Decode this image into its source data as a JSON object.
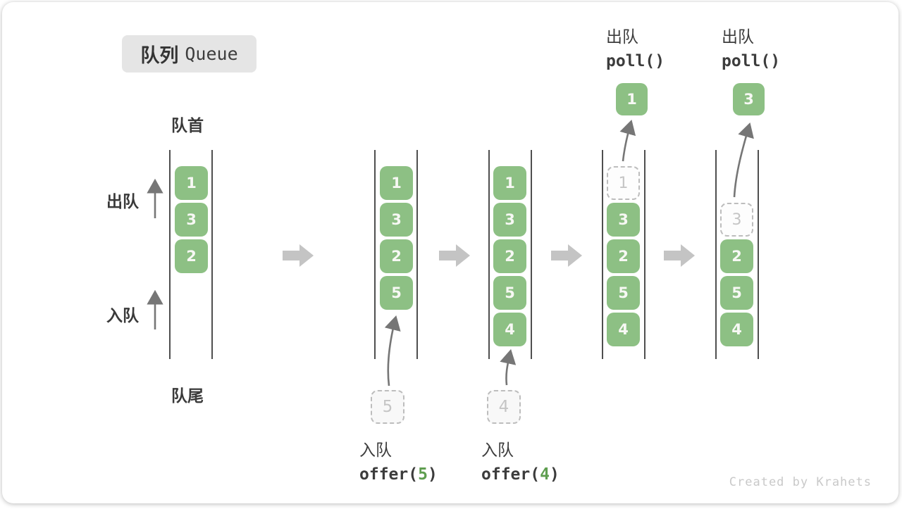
{
  "title": {
    "zh": "队列",
    "en": "Queue"
  },
  "labels": {
    "front": "队首",
    "rear": "队尾",
    "dequeue": "出队",
    "enqueue": "入队"
  },
  "queues": {
    "q1": {
      "slots": [
        {
          "value": "1"
        },
        {
          "value": "3"
        },
        {
          "value": "2"
        }
      ]
    },
    "q2": {
      "slots": [
        {
          "value": "1"
        },
        {
          "value": "3"
        },
        {
          "value": "2"
        },
        {
          "value": "5"
        }
      ],
      "incoming": "5",
      "op_label": "入队",
      "op_code_prefix": "offer(",
      "op_arg": "5",
      "op_code_suffix": ")"
    },
    "q3": {
      "slots": [
        {
          "value": "1"
        },
        {
          "value": "3"
        },
        {
          "value": "2"
        },
        {
          "value": "5"
        },
        {
          "value": "4"
        }
      ],
      "incoming": "4",
      "op_label": "入队",
      "op_code_prefix": "offer(",
      "op_arg": "4",
      "op_code_suffix": ")"
    },
    "q4": {
      "ghost": "1",
      "slots": [
        {
          "value": "3"
        },
        {
          "value": "2"
        },
        {
          "value": "5"
        },
        {
          "value": "4"
        }
      ],
      "outgoing": "1",
      "op_label": "出队",
      "op_code": "poll()"
    },
    "q5": {
      "ghost": "3",
      "slots": [
        {
          "value": "2"
        },
        {
          "value": "5"
        },
        {
          "value": "4"
        }
      ],
      "outgoing": "3",
      "op_label": "出队",
      "op_code": "poll()"
    }
  },
  "footer": "Created by Krahets",
  "icons": {
    "step_arrow": "block-right-arrow",
    "dequeue_arrow": "thin-up-arrow",
    "enqueue_arrow": "thin-up-arrow",
    "insert_arrow": "curved-up-arrow",
    "remove_arrow": "curved-up-arrow"
  },
  "colors": {
    "box_green": "#8dc084",
    "accent_green": "#5f9e50",
    "badge_bg": "#e5e5e5",
    "text_dark": "#3b3b3b",
    "ghost_border": "#bdbdbd",
    "ghost_text": "#c5c5c5",
    "arrow_gray": "#767676",
    "block_arrow_gray": "#c4c4c4"
  }
}
